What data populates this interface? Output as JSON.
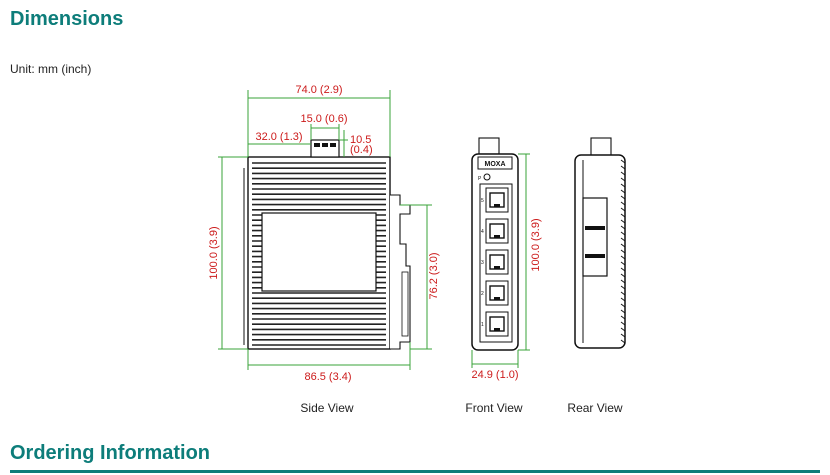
{
  "sections": {
    "dimensions_title": "Dimensions",
    "unit_text": "Unit: mm (inch)",
    "ordering_title": "Ordering Information"
  },
  "drawing": {
    "side_view": {
      "label": "Side View",
      "width_top": "74.0 (2.9)",
      "connector_width": "15.0 (0.6)",
      "connector_offset": "32.0 (1.3)",
      "connector_height": "10.5",
      "connector_height_inch": "(0.4)",
      "height": "100.0 (3.9)",
      "rail_height": "76.2 (3.0)",
      "depth_bottom": "86.5 (3.4)"
    },
    "front_view": {
      "label": "Front View",
      "brand": "MOXA",
      "height": "100.0 (3.9)",
      "width": "24.9 (1.0)",
      "port_numbers": [
        "5",
        "4",
        "3",
        "2",
        "1"
      ],
      "power_label": "P"
    },
    "rear_view": {
      "label": "Rear View"
    }
  },
  "colors": {
    "heading": "#0d7d7a",
    "dimension_text": "#cc1b1b",
    "dimension_line": "#3aa33a"
  }
}
